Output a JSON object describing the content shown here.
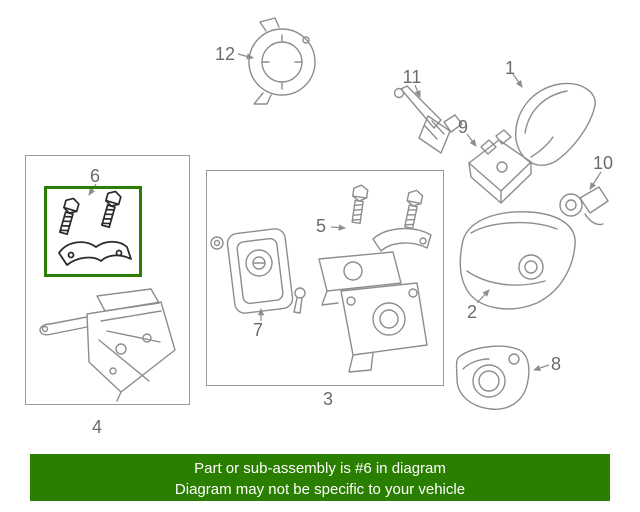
{
  "banner": {
    "line1": "Part or sub-assembly is #6 in diagram",
    "line2": "Diagram may not be specific to your vehicle"
  },
  "callouts": [
    "1",
    "2",
    "3",
    "4",
    "5",
    "6",
    "7",
    "8",
    "9",
    "10",
    "11",
    "12"
  ],
  "highlight": {
    "callout_number": "6"
  },
  "colors": {
    "banner_green": "#2a7e00",
    "highlight_border_green": "#2a7e00",
    "diagram_line_gray": "#8d8d8d",
    "highlighted_part_dark": "#2b2b2b",
    "callout_text_gray": "#6b6b6b"
  }
}
